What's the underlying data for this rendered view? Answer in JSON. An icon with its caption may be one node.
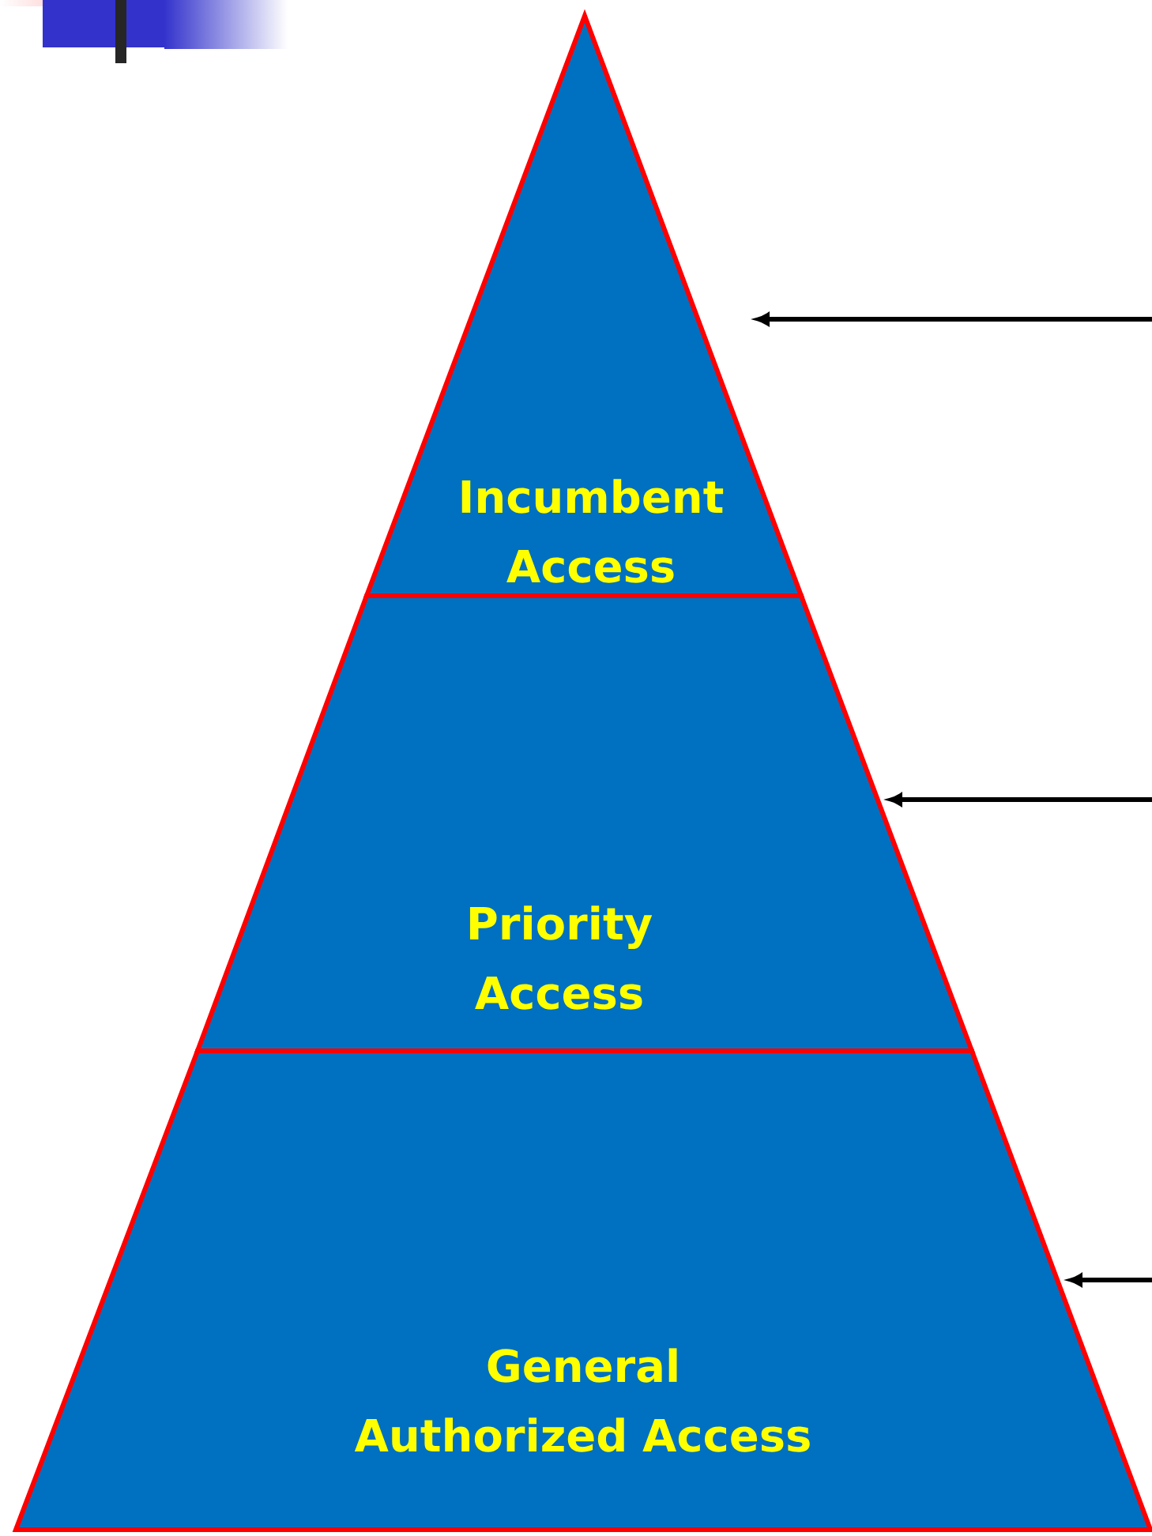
{
  "diagram": {
    "nodes": [
      {
        "text": [
          "Incumbent Access"
        ]
      },
      {
        "text": [
          "Priority Access"
        ]
      },
      {
        "text": [
          "General Authorized Access"
        ]
      }
    ],
    "edges": [
      {
        "from": null,
        "to": 0,
        "arrow": "to"
      },
      {
        "from": null,
        "to": 1,
        "arrow": "to"
      },
      {
        "from": null,
        "to": 2,
        "arrow": "to"
      }
    ]
  }
}
